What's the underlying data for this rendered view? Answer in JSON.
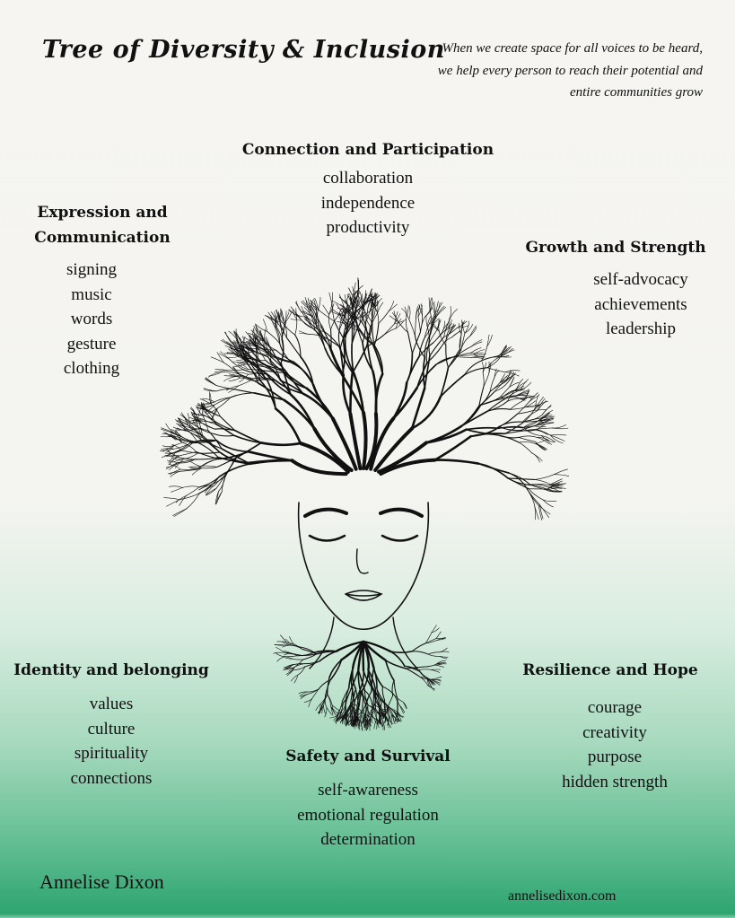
{
  "title": "Tree of Diversity & Inclusion",
  "quote": "When we create space for all voices to be heard, we help every person to reach their potential and entire communities grow",
  "groups": {
    "connection": {
      "heading": "Connection and Participation",
      "items": [
        "collaboration",
        "independence",
        "productivity"
      ]
    },
    "expression": {
      "heading": "Expression and Communication",
      "items": [
        "signing",
        "music",
        "words",
        "gesture",
        "clothing"
      ]
    },
    "growth": {
      "heading": "Growth and Strength",
      "items": [
        "self-advocacy",
        "achievements",
        "leadership"
      ]
    },
    "identity": {
      "heading": "Identity and belonging",
      "items": [
        "values",
        "culture",
        "spirituality",
        "connections"
      ]
    },
    "safety": {
      "heading": "Safety and Survival",
      "items": [
        "self-awareness",
        "emotional regulation",
        "determination"
      ]
    },
    "resilience": {
      "heading": "Resilience and Hope",
      "items": [
        "courage",
        "creativity",
        "purpose",
        "hidden strength"
      ]
    }
  },
  "author": "Annelise Dixon",
  "website": "annelisedixon.com",
  "colors": {
    "background_top": "#f6f5f2",
    "background_bottom": "#2ea570",
    "ink": "#111111"
  }
}
